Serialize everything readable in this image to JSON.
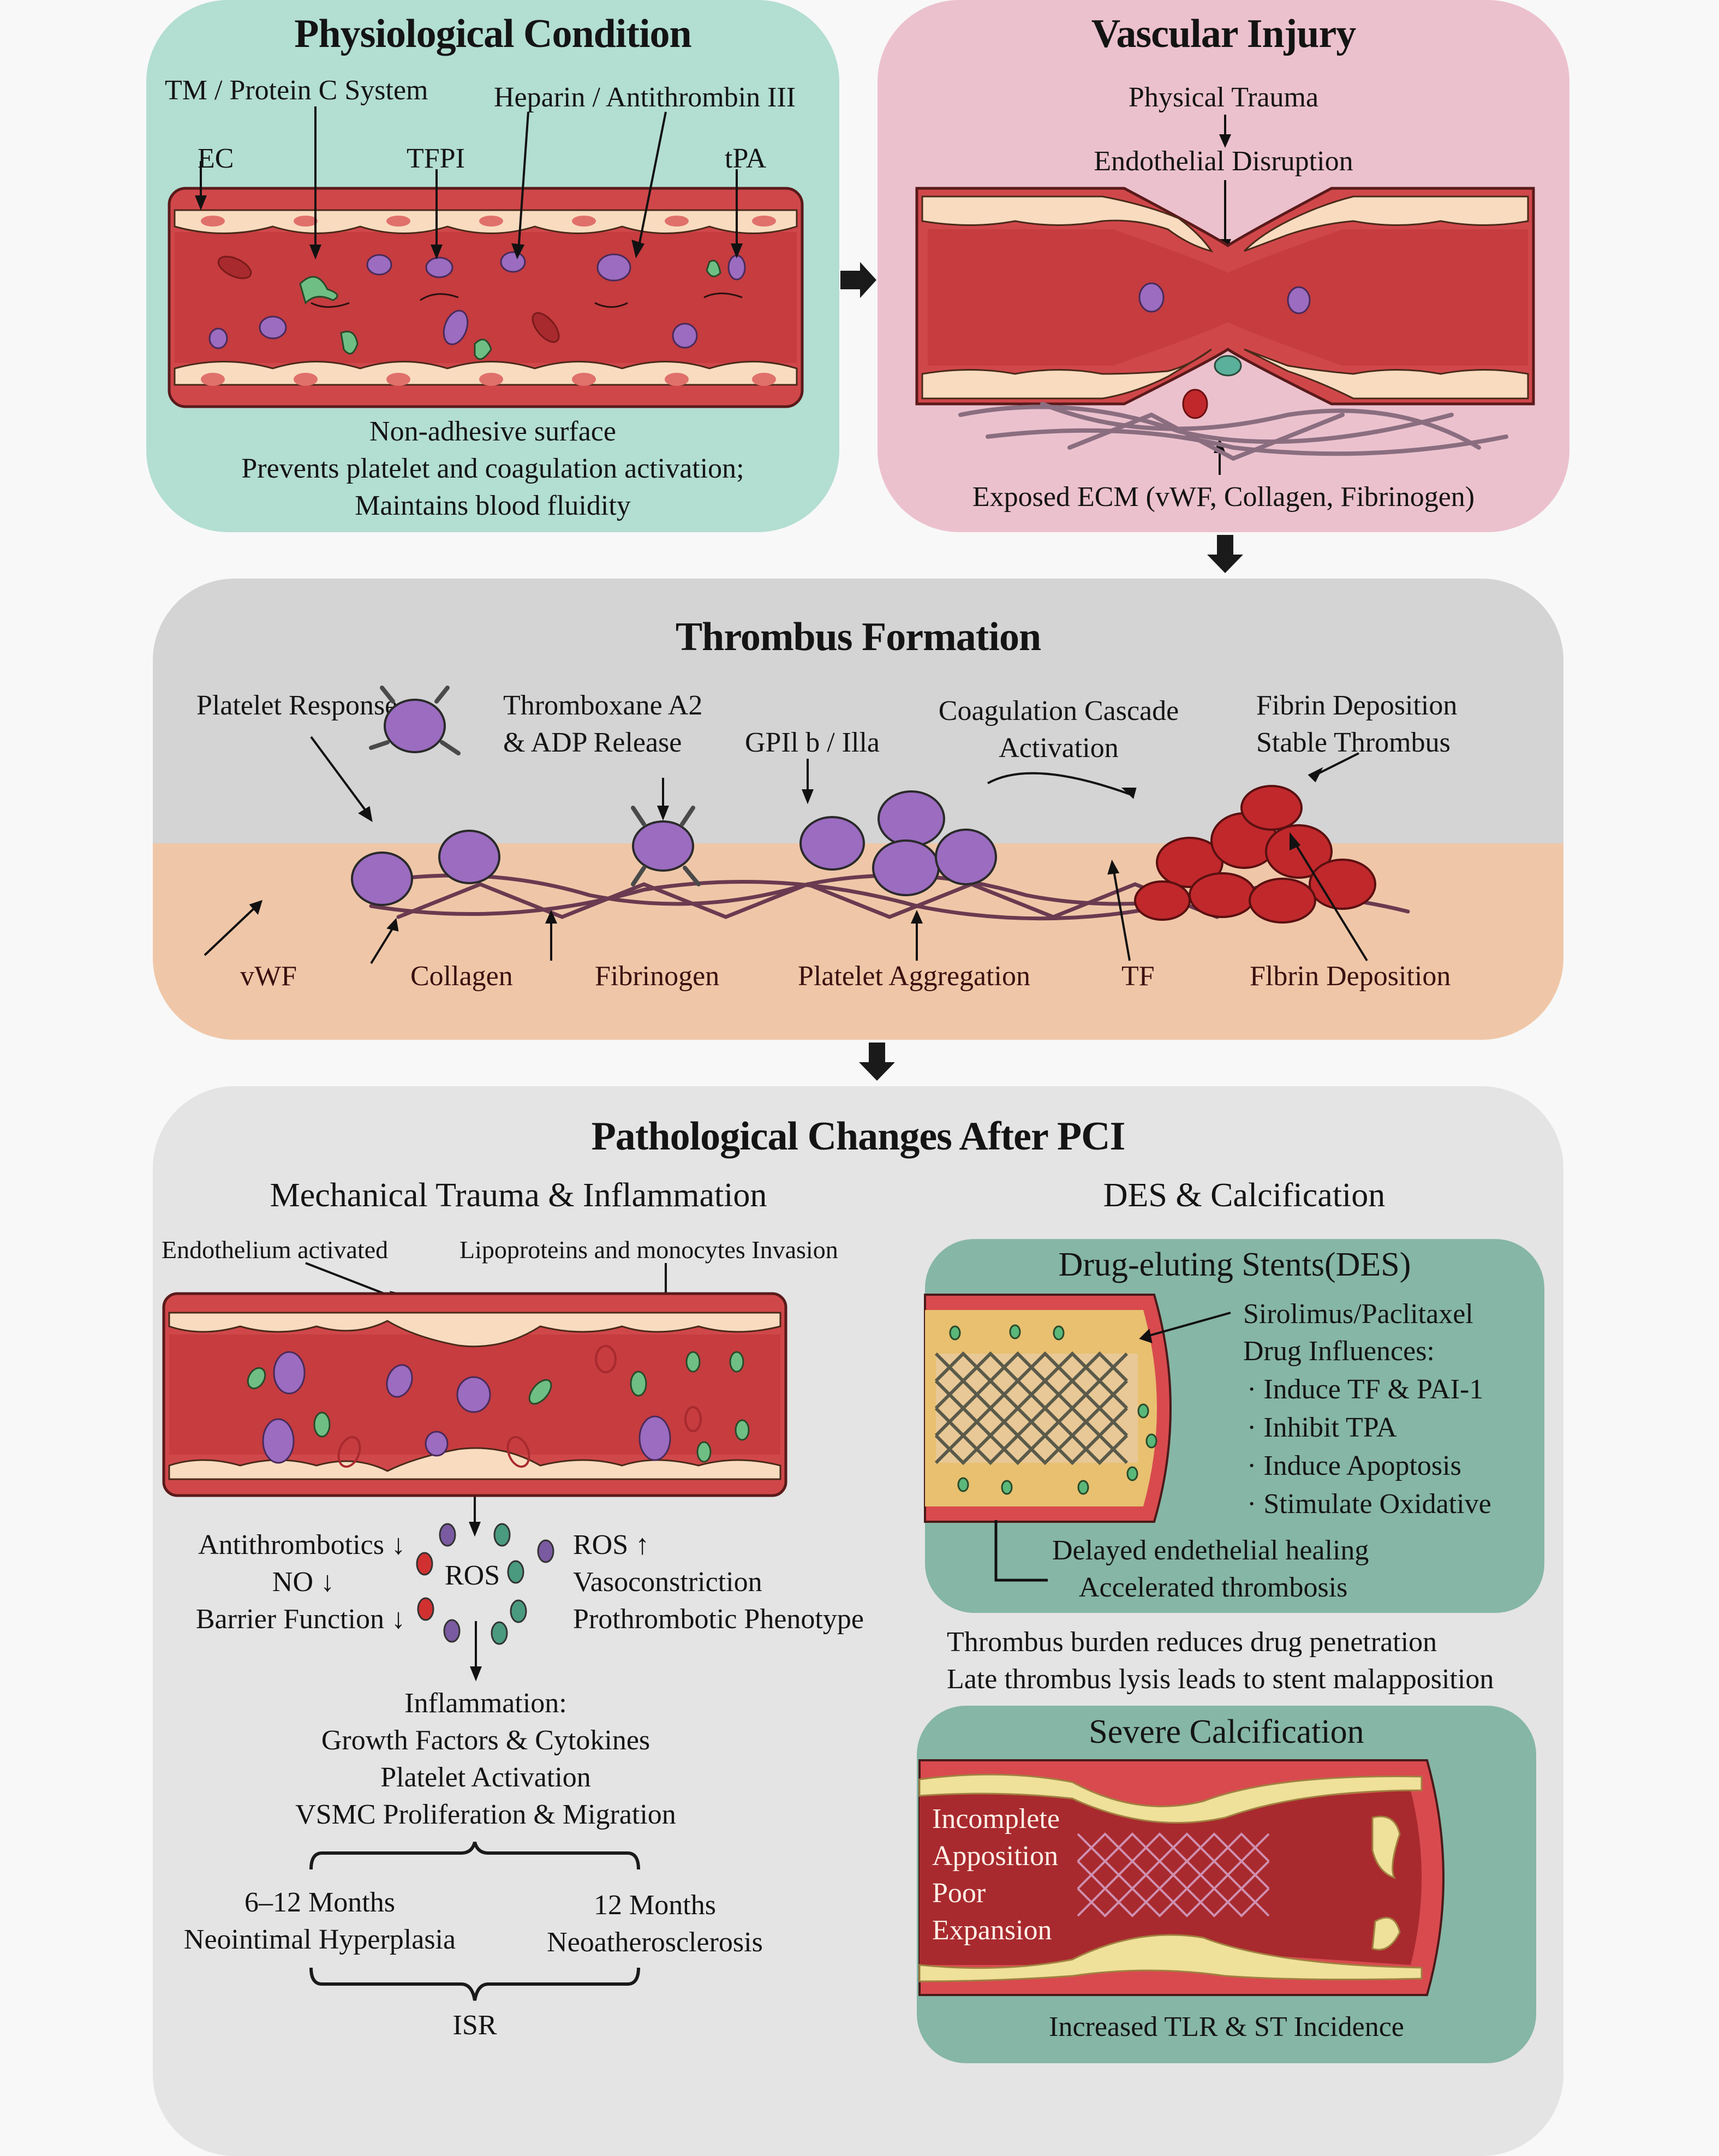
{
  "colors": {
    "physiological_bg": "#b3ded2",
    "injury_bg": "#ecc1ce",
    "thrombus_top_bg": "#d4d4d4",
    "thrombus_bottom_bg": "#efc7a8",
    "pci_bg": "#e4e4e4",
    "des_box_bg": "#86b6a6",
    "vessel_wall": "#d0474a",
    "vessel_lumen": "#c23a3d",
    "endothelium": "#f9dcc0",
    "platelet": "#9b6cc0",
    "cell_green": "#6fbf85"
  },
  "physiological": {
    "title": "Physiological Condition",
    "labels": {
      "tm_protein_c": "TM / Protein C System",
      "heparin": "Heparin / Antithrombin III",
      "ec": "EC",
      "tfpi": "TFPI",
      "tpa": "tPA"
    },
    "caption": [
      "Non-adhesive surface",
      "Prevents platelet and coagulation activation;",
      "Maintains blood fluidity"
    ]
  },
  "injury": {
    "title": "Vascular Injury",
    "physical_trauma": "Physical Trauma",
    "endothelial_disruption": "Endothelial Disruption",
    "exposed_ecm": "Exposed ECM (vWF, Collagen, Fibrinogen)"
  },
  "thrombus": {
    "title": "Thrombus Formation",
    "top_labels": {
      "platelet_response": "Platelet Response",
      "thromboxane": [
        "Thromboxane A2",
        "& ADP Release"
      ],
      "gp": "GPIl b / Illa",
      "coagulation": [
        "Coagulation Cascade",
        "Activation"
      ],
      "fibrin_top": [
        "Fibrin Deposition",
        "Stable Thrombus"
      ]
    },
    "bottom_labels": {
      "vwf": "vWF",
      "collagen": "Collagen",
      "fibrinogen": "Fibrinogen",
      "aggregation": "Platelet Aggregation",
      "tf": "TF",
      "fibrin_bottom": "Flbrin Deposition"
    }
  },
  "pci": {
    "title": "Pathological Changes After PCI",
    "mechanical": {
      "heading": "Mechanical Trauma & Inflammation",
      "endothelium_activated": "Endothelium activated",
      "lipoproteins": "Lipoproteins and monocytes Invasion",
      "left_effects": [
        "Antithrombotics ↓",
        "NO ↓",
        "Barrier Function ↓"
      ],
      "ros_center": "ROS",
      "right_effects": [
        "ROS ↑",
        "Vasoconstriction",
        "Prothrombotic Phenotype"
      ],
      "inflammation": [
        "Inflammation:",
        "Growth Factors & Cytokines",
        "Platelet Activation",
        "VSMC Proliferation & Migration"
      ],
      "outcome_left": [
        "6–12 Months",
        "Neointimal Hyperplasia"
      ],
      "outcome_right": [
        "12 Months",
        "Neoatherosclerosis"
      ],
      "isr": "ISR"
    },
    "des": {
      "heading": "DES & Calcification",
      "box_title": "Drug-eluting Stents(DES)",
      "drug": "Sirolimus/Paclitaxel",
      "influences_title": "Drug Influences:",
      "influences": [
        "· Induce TF & PAI-1",
        "· Inhibit TPA",
        "· Induce Apoptosis",
        "· Stimulate Oxidative"
      ],
      "healing": [
        "Delayed endethelial healing",
        "Accelerated thrombosis"
      ],
      "notes": [
        "Thrombus burden reduces drug penetration",
        "Late thrombus lysis leads to stent malapposition"
      ]
    },
    "calcification": {
      "title": "Severe Calcification",
      "overlay": [
        "Incomplete",
        "Apposition",
        "Poor",
        "Expansion"
      ],
      "footer": "Increased TLR & ST Incidence"
    }
  }
}
